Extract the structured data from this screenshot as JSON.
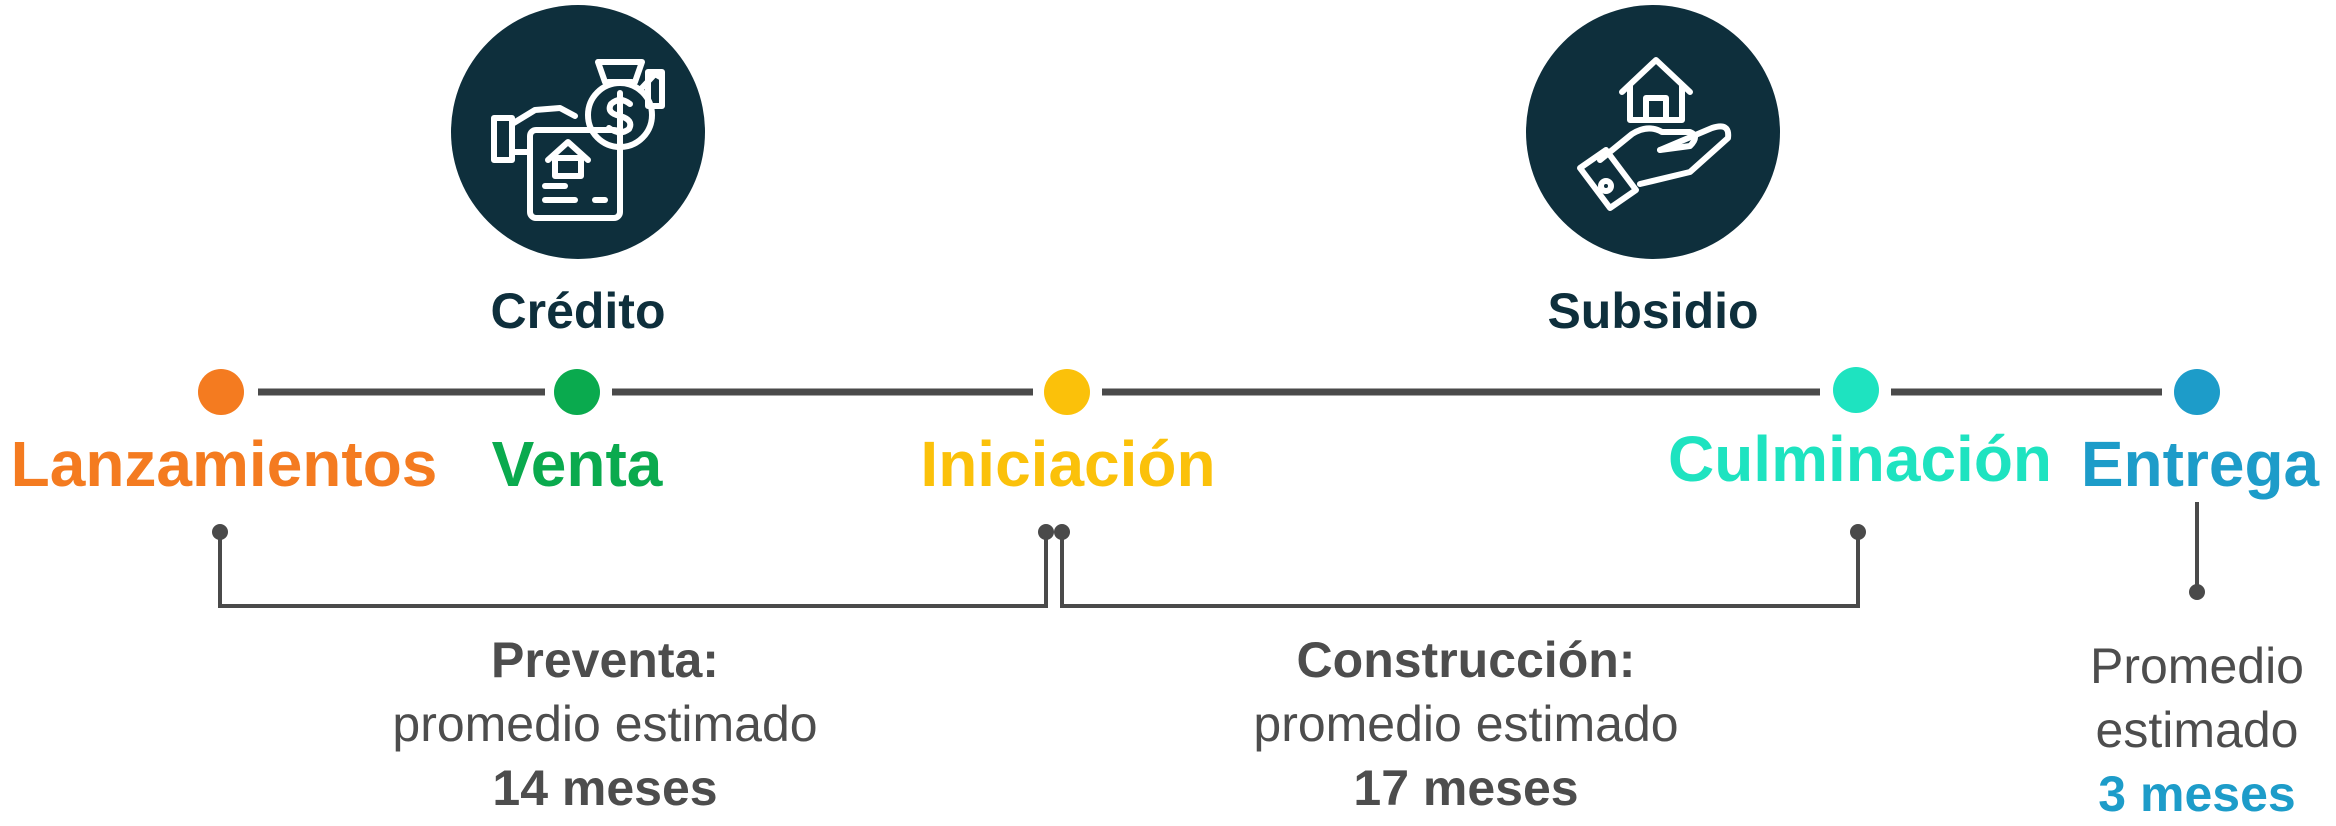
{
  "colors": {
    "dark": "#0e2f3c",
    "line": "#4a4a4a",
    "text": "#4d4d4d",
    "lanzamientos": "#f47b20",
    "venta": "#0aaa4e",
    "iniciacion": "#fbc10a",
    "culminacion": "#1ee3c0",
    "entrega": "#1d9cc9"
  },
  "icons": {
    "credito": {
      "name": "house-money-credit-icon",
      "label": "Crédito"
    },
    "subsidio": {
      "name": "hand-house-subsidy-icon",
      "label": "Subsidio"
    }
  },
  "milestones": {
    "lanzamientos": "Lanzamientos",
    "venta": "Venta",
    "iniciacion": "Iniciación",
    "culminacion": "Culminación",
    "entrega": "Entrega"
  },
  "periods": {
    "preventa": {
      "title": "Preventa:",
      "line": "promedio estimado",
      "value": "14 meses"
    },
    "construccion": {
      "title": "Construcción:",
      "line": "promedio estimado",
      "value": "17 meses"
    },
    "entrega": {
      "line1": "Promedio",
      "line2": "estimado",
      "value": "3 meses"
    }
  }
}
